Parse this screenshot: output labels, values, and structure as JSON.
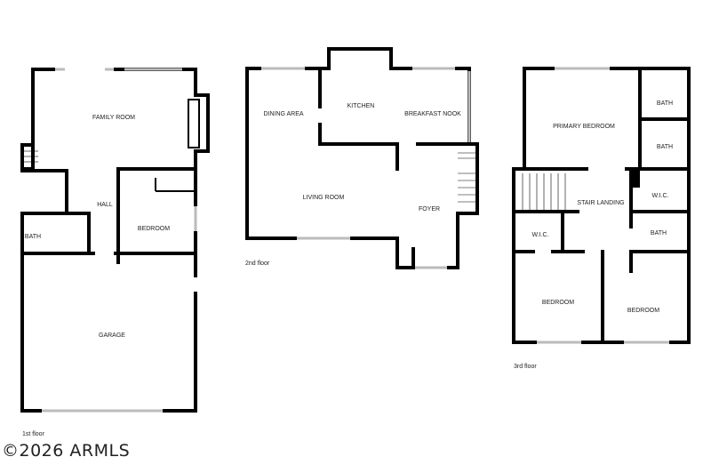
{
  "floors": [
    {
      "label": "1st floor",
      "rooms": [
        "FAMILY ROOM",
        "HALL",
        "BEDROOM",
        "BATH",
        "GARAGE"
      ]
    },
    {
      "label": "2nd floor",
      "rooms": [
        "DINING AREA",
        "KITCHEN",
        "BREAKFAST NOOK",
        "LIVING ROOM",
        "FOYER"
      ]
    },
    {
      "label": "3rd floor",
      "rooms": [
        "PRIMARY BEDROOM",
        "BATH",
        "BATH",
        "W.I.C.",
        "STAIR LANDING",
        "W.I.C.",
        "BATH",
        "BEDROOM",
        "BEDROOM"
      ]
    }
  ],
  "watermark": "©2026 ARMLS"
}
